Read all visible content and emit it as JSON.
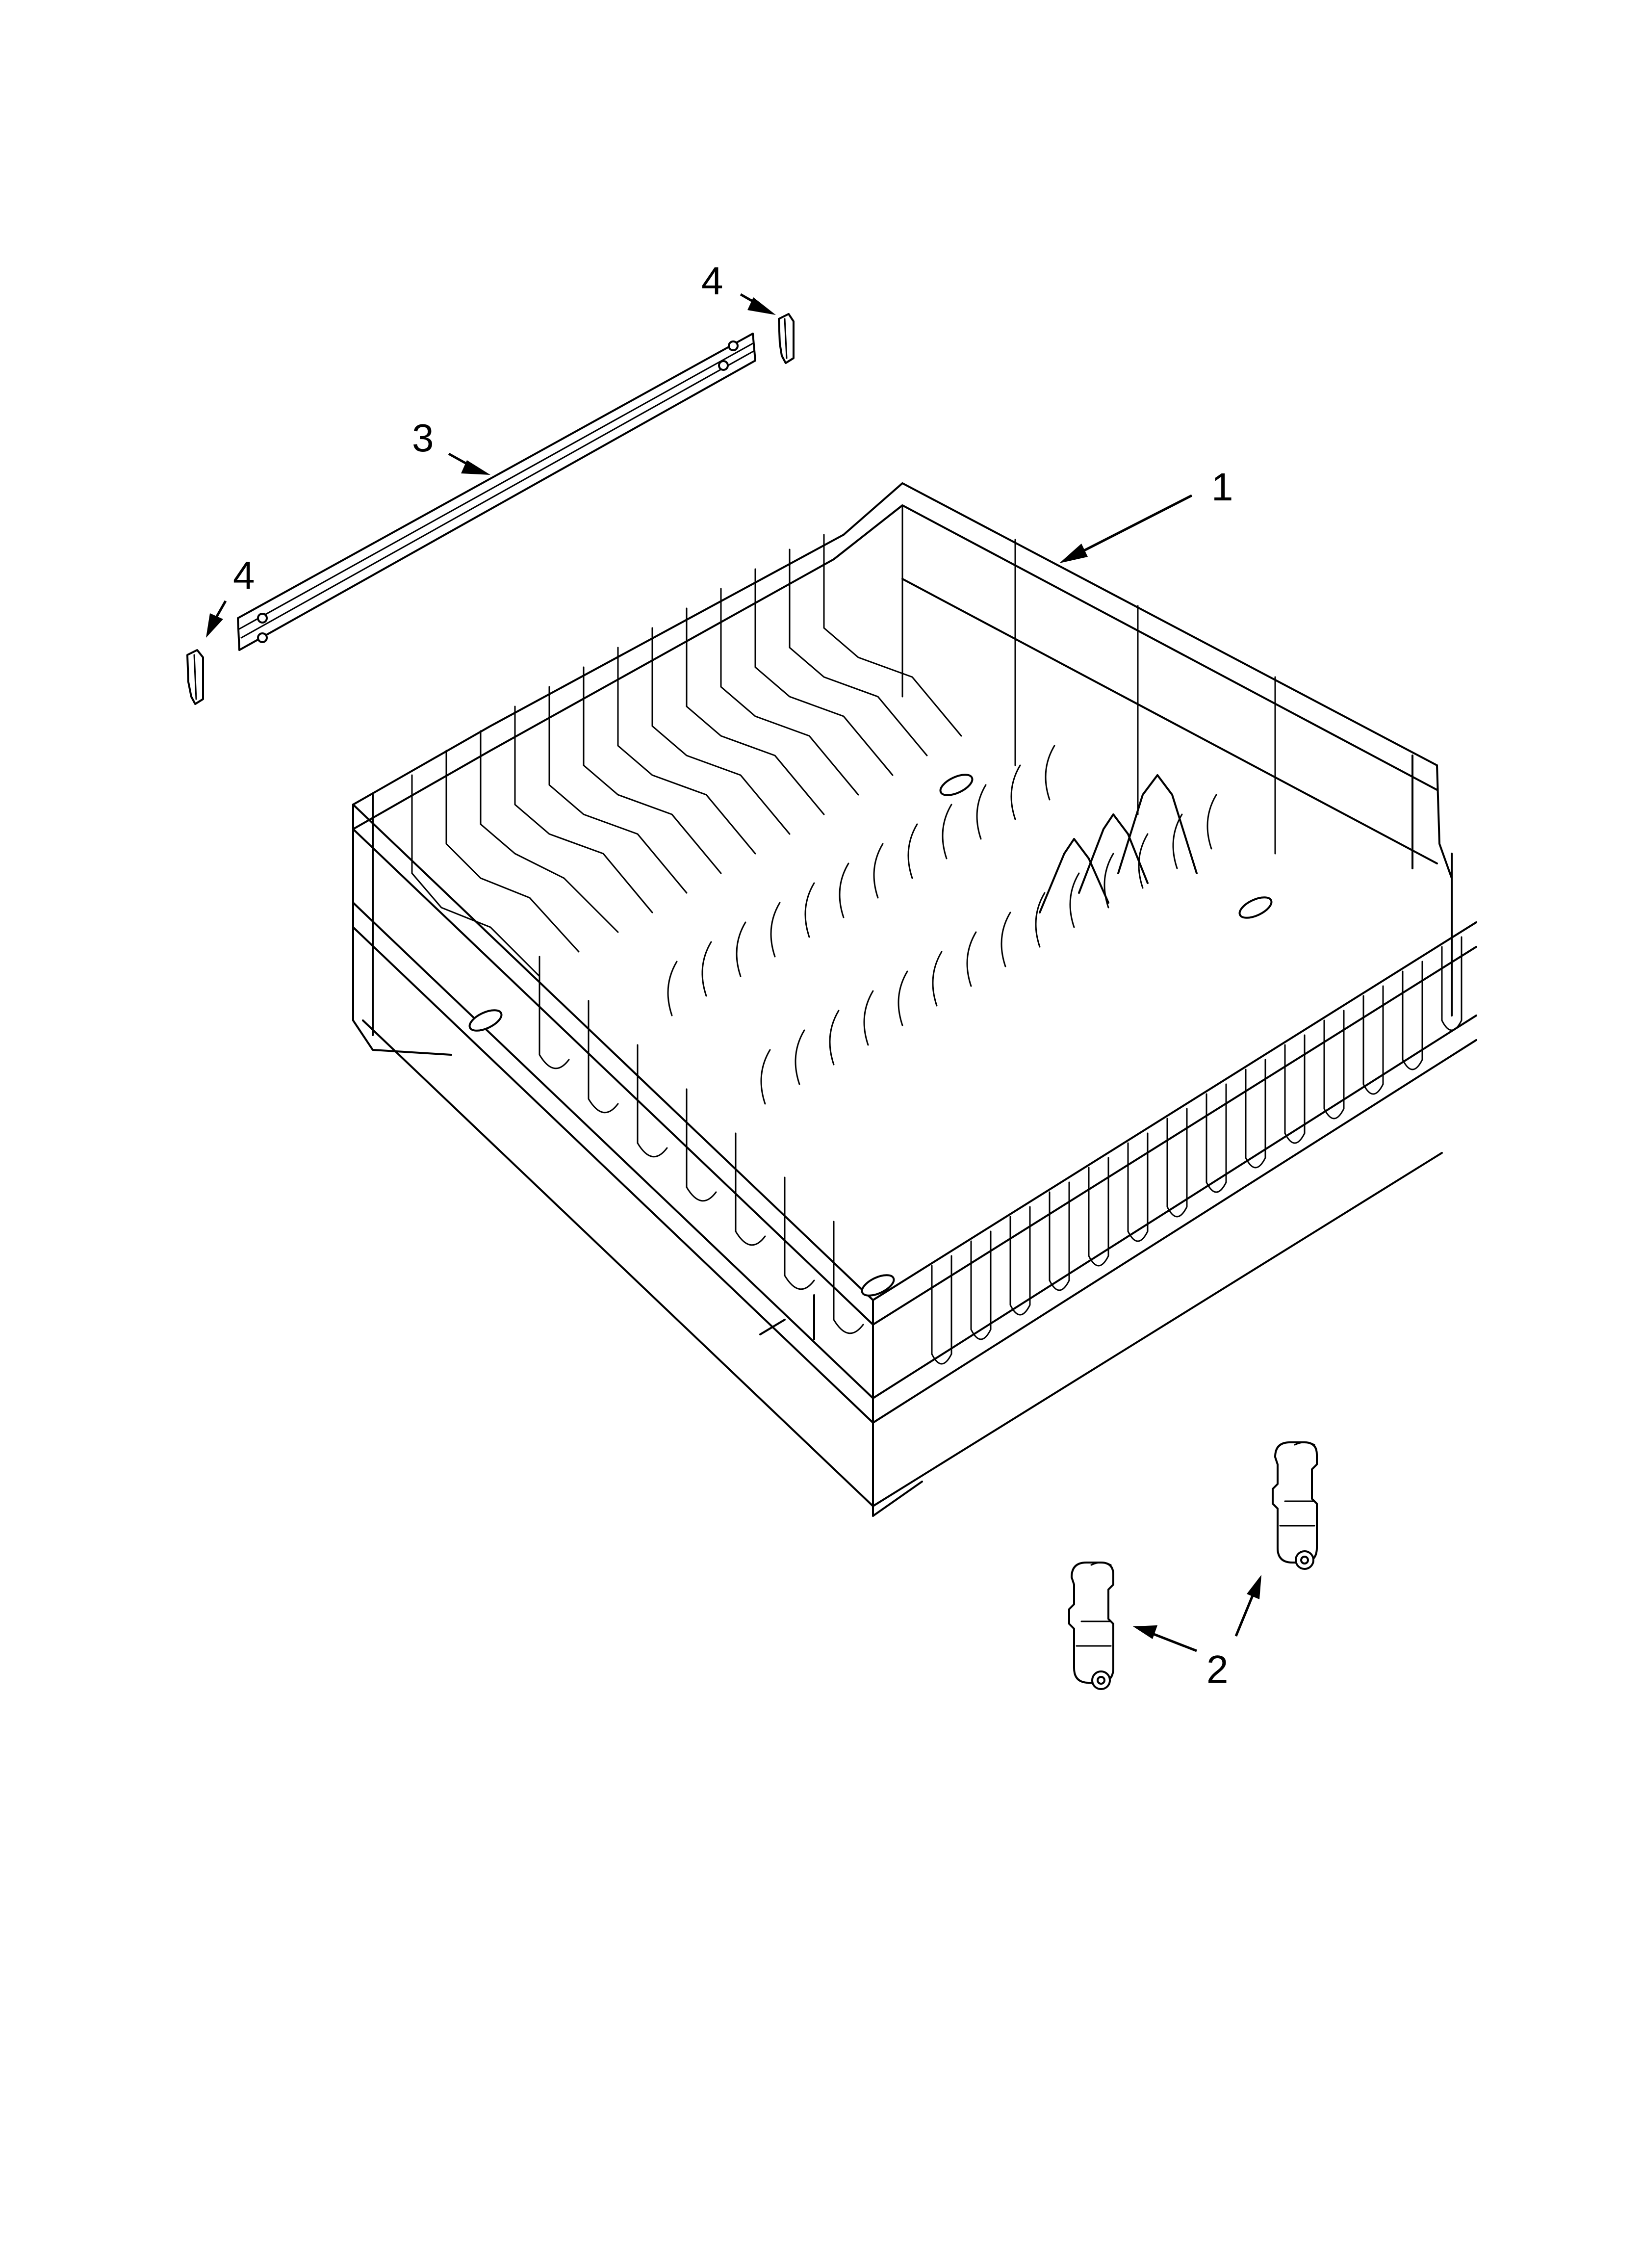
{
  "callouts": {
    "rack": "1",
    "wheel_assembly": "2",
    "rail": "3",
    "end_cap_right": "4",
    "end_cap_left": "4"
  },
  "colors": {
    "line": "#000000",
    "background": "#ffffff"
  }
}
